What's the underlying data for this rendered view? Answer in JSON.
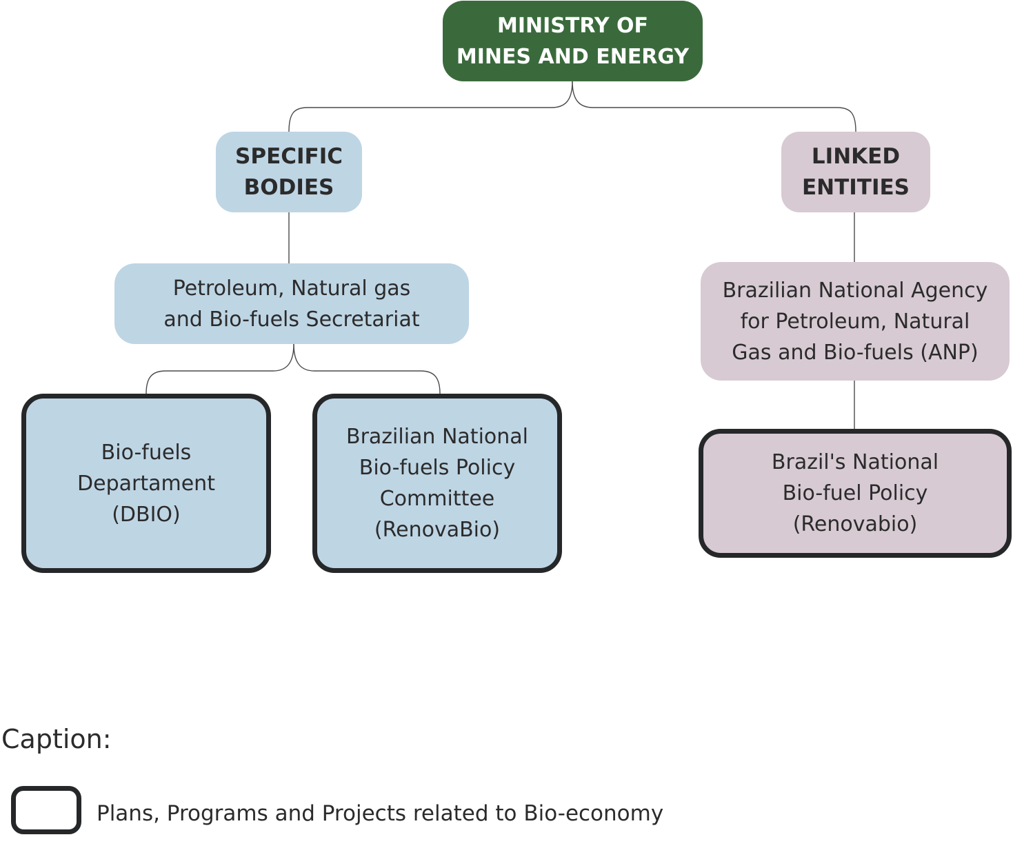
{
  "diagram": {
    "root": {
      "label": "MINISTRY OF\nMINES AND ENERGY",
      "color": "#3a6a3c"
    },
    "specific_bodies": {
      "label": "SPECIFIC\nBODIES",
      "color": "#bed5e4",
      "secretariat": "Petroleum, Natural gas\nand Bio-fuels Secretariat",
      "programs": [
        "Bio-fuels\nDepartament\n(DBIO)",
        "Brazilian National\nBio-fuels Policy\nCommittee\n(RenovaBio)"
      ]
    },
    "linked_entities": {
      "label": "LINKED\nENTITIES",
      "color": "#d7cad3",
      "agency": "Brazilian National Agency\nfor Petroleum, Natural\nGas and Bio-fuels (ANP)",
      "program": "Brazil's National\nBio-fuel Policy\n(Renovabio)"
    }
  },
  "caption": {
    "title": "Caption:",
    "legend_text": "Plans, Programs and Projects related to Bio-economy"
  }
}
